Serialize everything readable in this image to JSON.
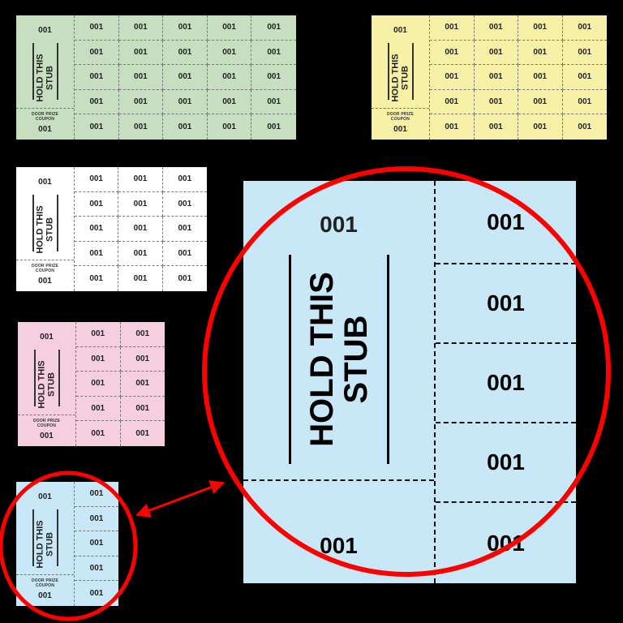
{
  "ticket": {
    "number": "001",
    "stub_text": "HOLD THIS\nSTUB",
    "coupon_label_line1": "DOOR PRIZE",
    "coupon_label_line2": "COUPON"
  },
  "sheets": [
    {
      "name": "green",
      "color": "#c7dfc0",
      "columns": 5,
      "rows": 5
    },
    {
      "name": "yellow",
      "color": "#f7f1a8",
      "columns": 4,
      "rows": 5
    },
    {
      "name": "white",
      "color": "#ffffff",
      "columns": 3,
      "rows": 5
    },
    {
      "name": "pink",
      "color": "#f5cfe0",
      "columns": 2,
      "rows": 5
    },
    {
      "name": "blue-small",
      "color": "#c8e7f7",
      "columns": 1,
      "rows": 5
    },
    {
      "name": "blue-large",
      "color": "#c8e7f7",
      "columns": 1,
      "rows": 5,
      "zoomed": true
    }
  ],
  "annotations": {
    "highlight_color": "#ff0000",
    "arrow": "double-headed arrow linking small blue sheet to enlarged view"
  }
}
